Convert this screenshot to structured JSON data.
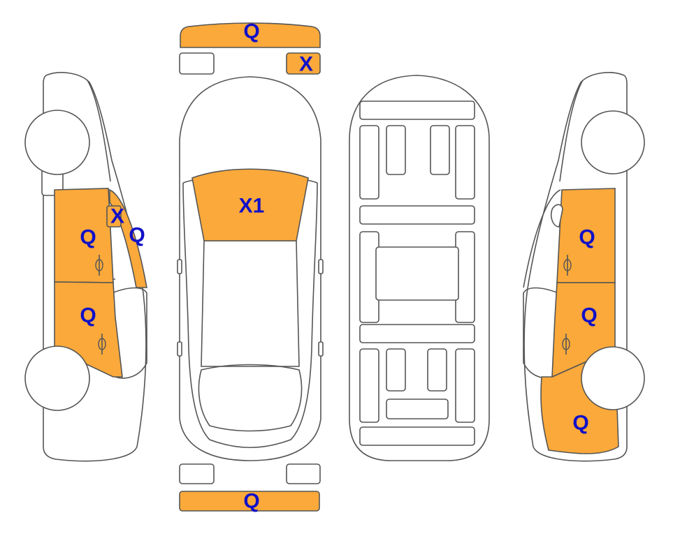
{
  "colors": {
    "damage_fill": "#FAA93A",
    "outline": "#555555",
    "label_text": "#1010C8",
    "background": "#FFFFFF"
  },
  "views": [
    "left-side",
    "top",
    "underbody",
    "right-side"
  ],
  "markers": {
    "front_bumper": "Q",
    "front_right_headlight": "X",
    "windshield": "X1",
    "left_front_door": "Q",
    "left_rear_door": "Q",
    "left_mirror": "X",
    "left_a_pillar": "Q",
    "right_front_door": "Q",
    "right_rear_door": "Q",
    "right_quarter_panel": "Q",
    "rear_bumper": "Q"
  }
}
